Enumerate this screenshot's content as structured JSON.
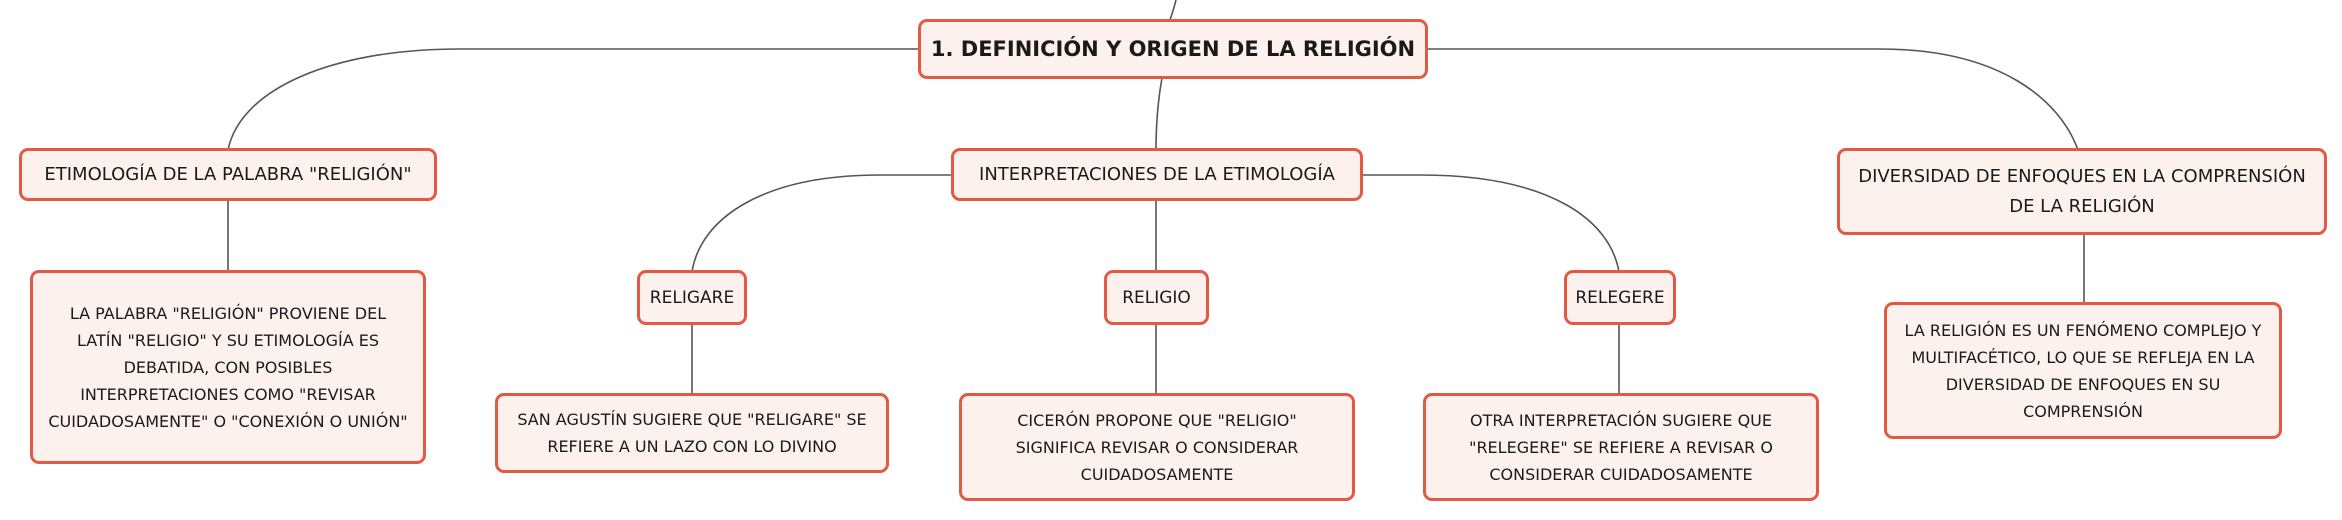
{
  "root": {
    "title": "1. DEFINICIÓN Y ORIGEN DE LA RELIGIÓN"
  },
  "branches": {
    "etimologia": {
      "title": "ETIMOLOGÍA DE LA PALABRA \"RELIGIÓN\"",
      "detail": "LA PALABRA \"RELIGIÓN\" PROVIENE DEL LATÍN \"RELIGIO\" Y SU ETIMOLOGÍA ES DEBATIDA, CON POSIBLES INTERPRETACIONES COMO \"REVISAR CUIDADOSAMENTE\" O \"CONEXIÓN O UNIÓN\""
    },
    "interpretaciones": {
      "title": "INTERPRETACIONES DE LA ETIMOLOGÍA",
      "children": {
        "religare": {
          "title": "RELIGARE",
          "detail": "SAN AGUSTÍN SUGIERE QUE \"RELIGARE\" SE REFIERE A UN LAZO CON LO DIVINO"
        },
        "religio": {
          "title": "RELIGIO",
          "detail": "CICERÓN PROPONE QUE \"RELIGIO\" SIGNIFICA REVISAR O CONSIDERAR CUIDADOSAMENTE"
        },
        "relegere": {
          "title": "RELEGERE",
          "detail": "OTRA INTERPRETACIÓN SUGIERE QUE \"RELEGERE\" SE REFIERE A REVISAR O CONSIDERAR CUIDADOSAMENTE"
        }
      }
    },
    "diversidad": {
      "title": "DIVERSIDAD DE ENFOQUES EN LA COMPRENSIÓN DE LA RELIGIÓN",
      "detail": "LA RELIGIÓN ES UN FENÓMENO COMPLEJO Y MULTIFACÉTICO, LO QUE SE REFLEJA EN LA DIVERSIDAD DE ENFOQUES EN SU COMPRENSIÓN"
    }
  },
  "colors": {
    "node_border": "#e35a44",
    "node_fill": "#fdf1ee",
    "connector": "#555555"
  }
}
